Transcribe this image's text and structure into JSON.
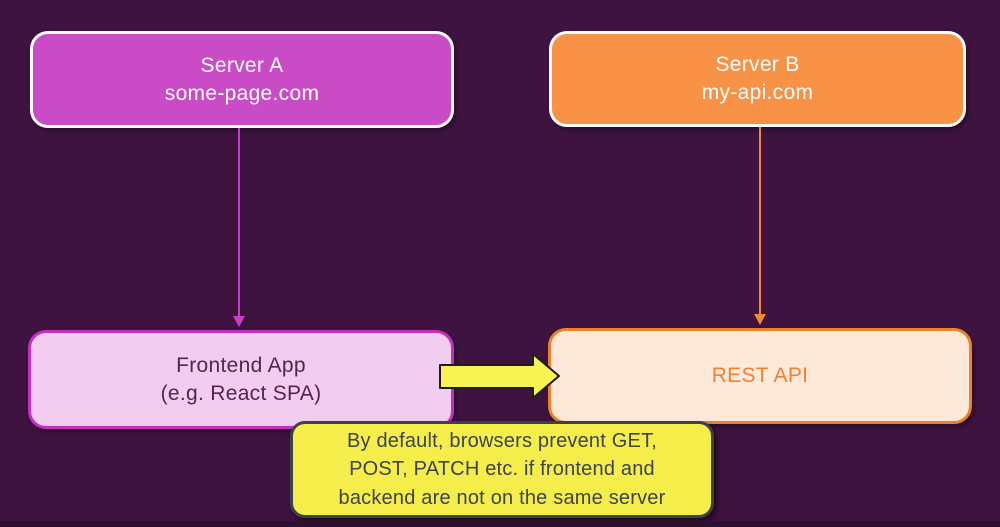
{
  "background": {
    "color": "#3e1340",
    "bottom_strip_color": "#2b1031"
  },
  "nodes": {
    "server_a": {
      "title": "Server A",
      "subtitle": "some-page.com",
      "fill": "#c94bc5",
      "border": "#ffffff",
      "text_color": "#ffffff"
    },
    "server_b": {
      "title": "Server B",
      "subtitle": "my-api.com",
      "fill": "#f79247",
      "border": "#ffffff",
      "text_color": "#ffffff"
    },
    "frontend_app": {
      "title": "Frontend App",
      "subtitle": "(e.g. React SPA)",
      "fill": "#f3cdf0",
      "border": "#c52fc2",
      "text_color": "#542551"
    },
    "rest_api": {
      "title": "REST API",
      "fill": "#fce9d9",
      "border": "#ef8228",
      "text_color": "#ef8131"
    }
  },
  "connectors": {
    "server_a_to_frontend": {
      "type": "thin-arrow-down",
      "color": "#c73ec8"
    },
    "server_b_to_rest_api": {
      "type": "thin-arrow-down",
      "color": "#ef8a33"
    },
    "frontend_to_rest_api": {
      "type": "block-arrow-right",
      "fill": "#f7f353",
      "outline": "#1c1c1c"
    }
  },
  "note": {
    "lines": [
      "By default, browsers prevent GET,",
      "POST, PATCH etc. if frontend and",
      "backend are not on the same server"
    ],
    "fill": "#f5ee4a",
    "border": "#3c414d",
    "text_color": "#3d4352"
  }
}
